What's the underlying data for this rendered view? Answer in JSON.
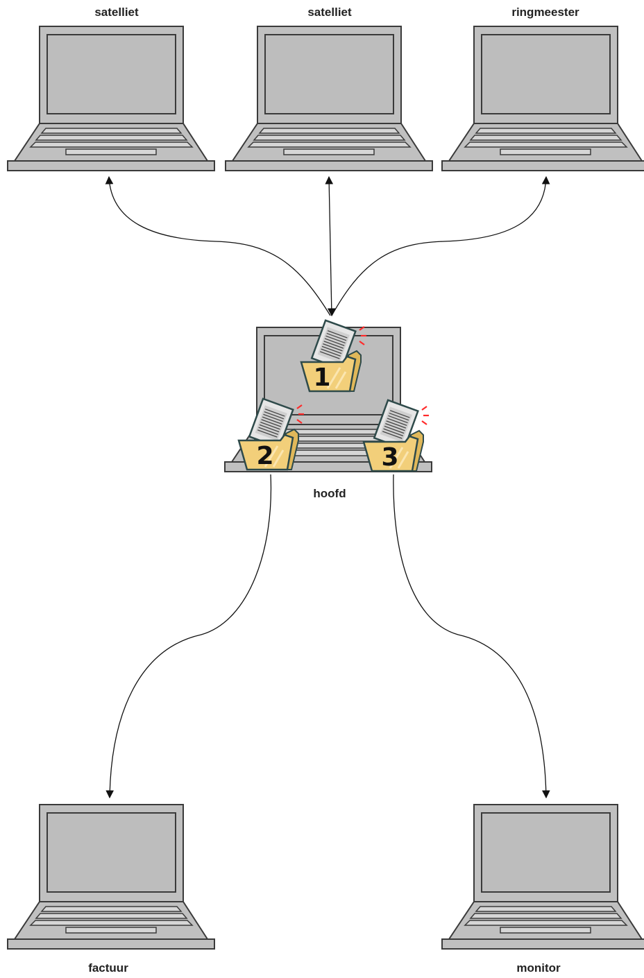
{
  "nodes": {
    "sat1": {
      "label": "satelliet"
    },
    "sat2": {
      "label": "satelliet"
    },
    "ring": {
      "label": "ringmeester"
    },
    "hoofd": {
      "label": "hoofd"
    },
    "factuur": {
      "label": "factuur"
    },
    "monitor": {
      "label": "monitor"
    }
  },
  "folders": [
    {
      "number": "1"
    },
    {
      "number": "2"
    },
    {
      "number": "3"
    }
  ],
  "colors": {
    "laptop_body": "#c0c0c0",
    "laptop_outline": "#3a3a3a",
    "folder_fill": "#f2cf7a",
    "folder_outline": "#2e4a4a",
    "document_fill": "#e8e8e8",
    "alert_marks": "#ff2a2a",
    "connector": "#111111"
  },
  "icons": {
    "laptop": "laptop-icon",
    "folder": "folder-document-icon"
  }
}
